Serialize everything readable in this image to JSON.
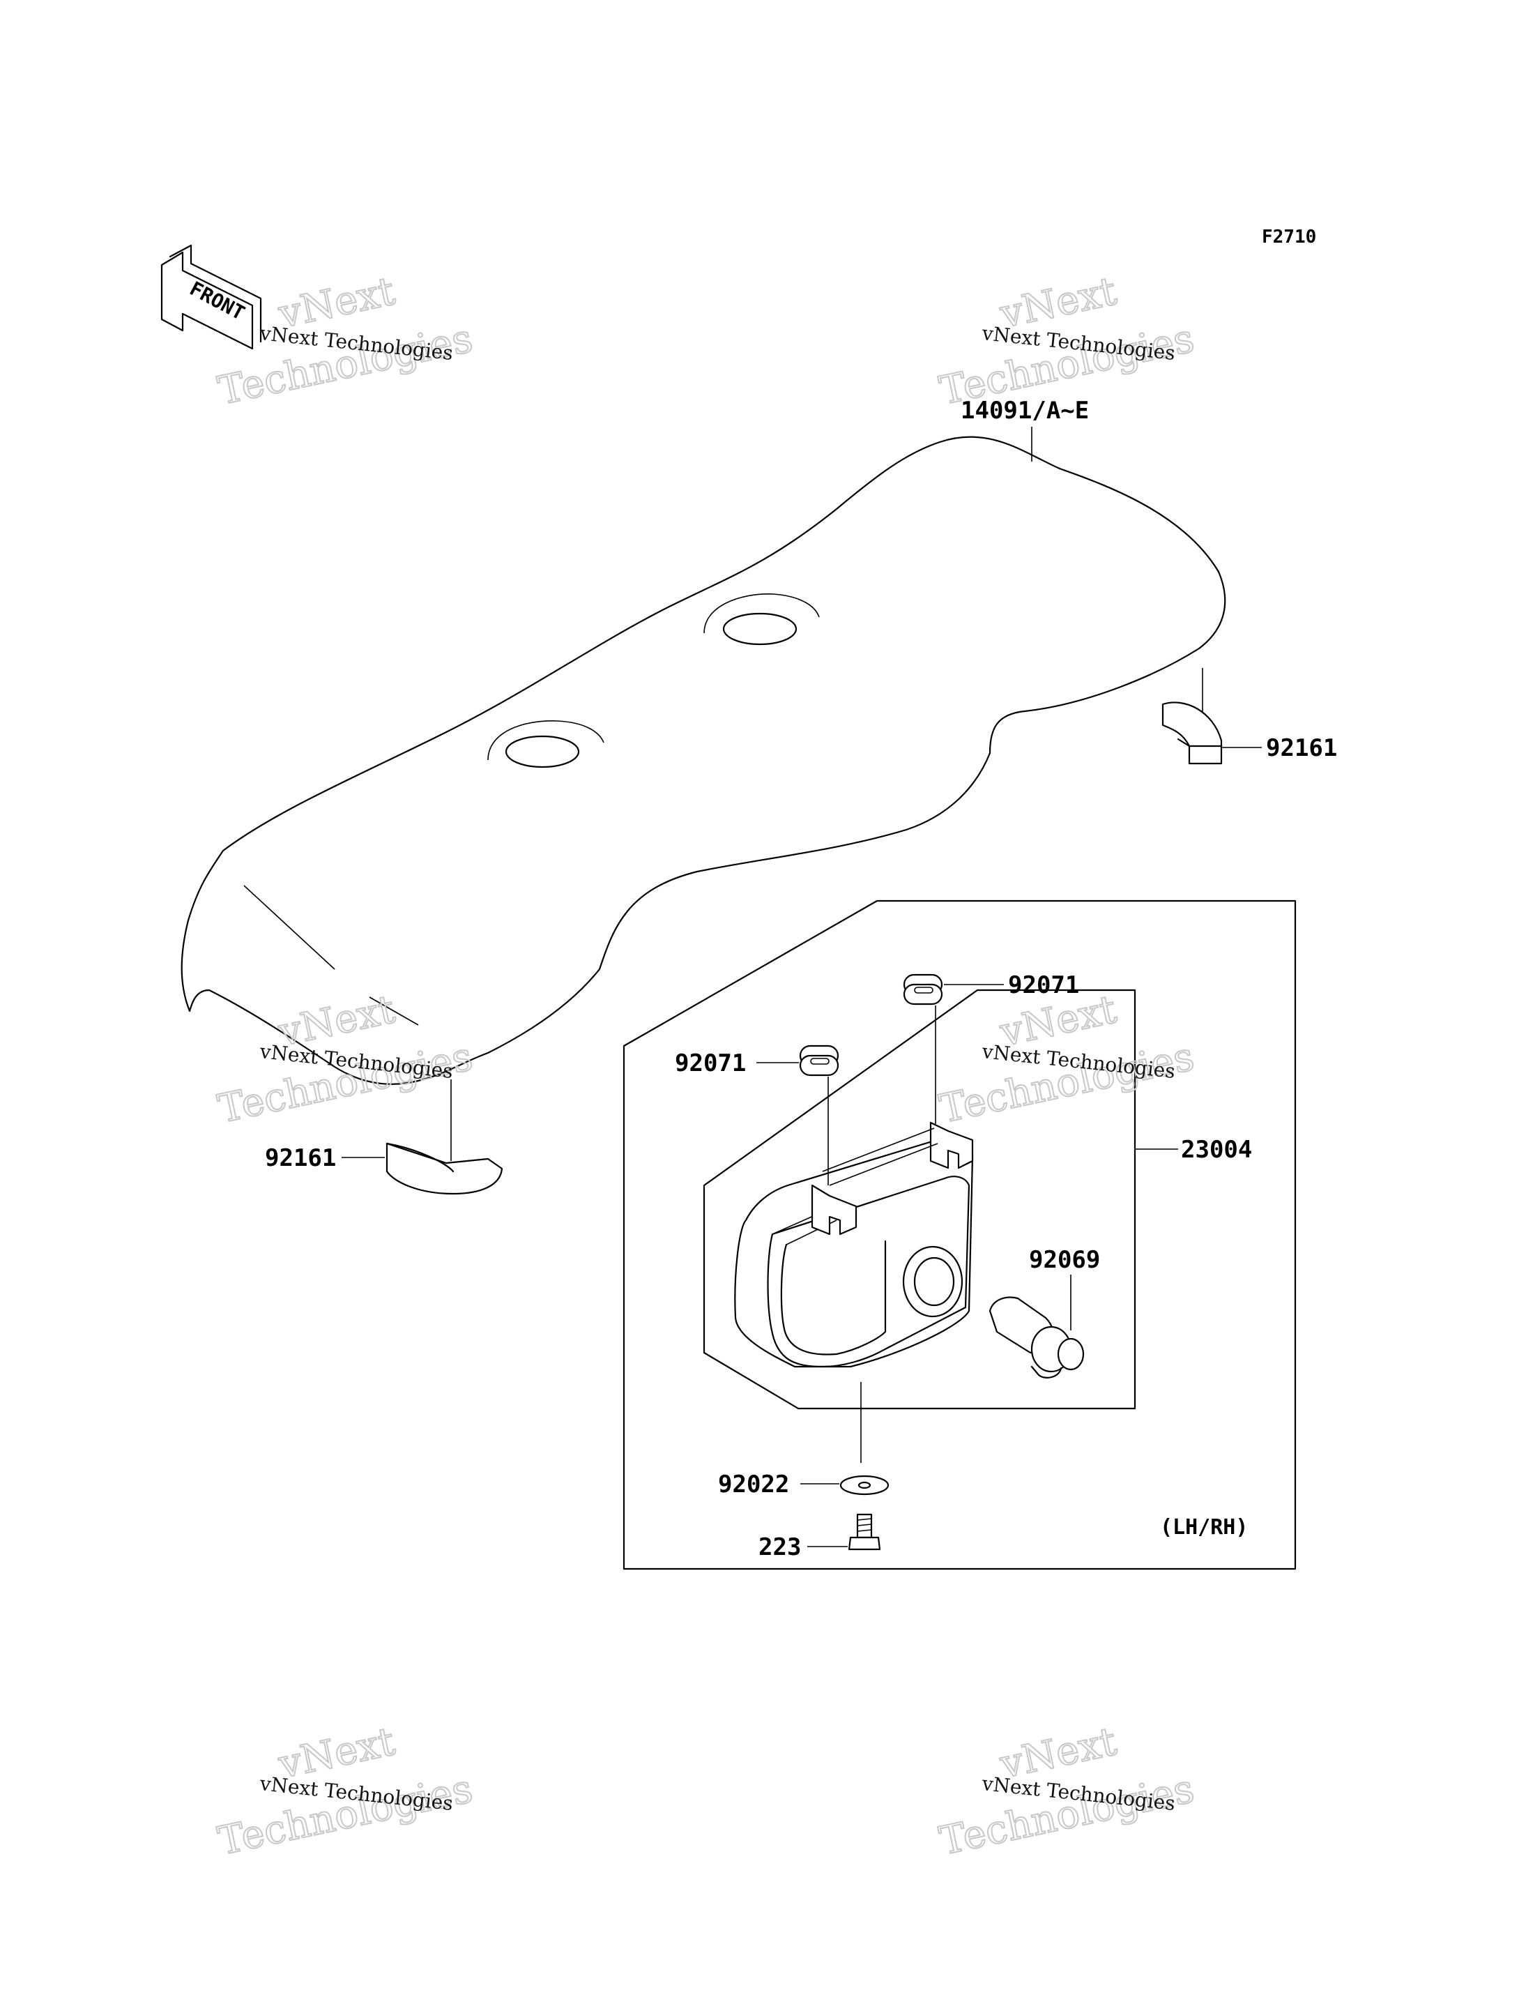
{
  "diagram": {
    "ref_code": "F2710",
    "front_arrow_label": "FRONT",
    "watermark": {
      "line1": "vNext Technologies",
      "big_word1": "vNext",
      "big_word2": "Technologies"
    },
    "parts": {
      "seat": "14091/A~E",
      "damper_right": "92161",
      "damper_left": "92161",
      "grommet_top": "92071",
      "grommet_left": "92071",
      "box_assy": "23004",
      "bulb": "92069",
      "washer": "92022",
      "screw": "223"
    },
    "side_note": "(LH/RH)"
  }
}
